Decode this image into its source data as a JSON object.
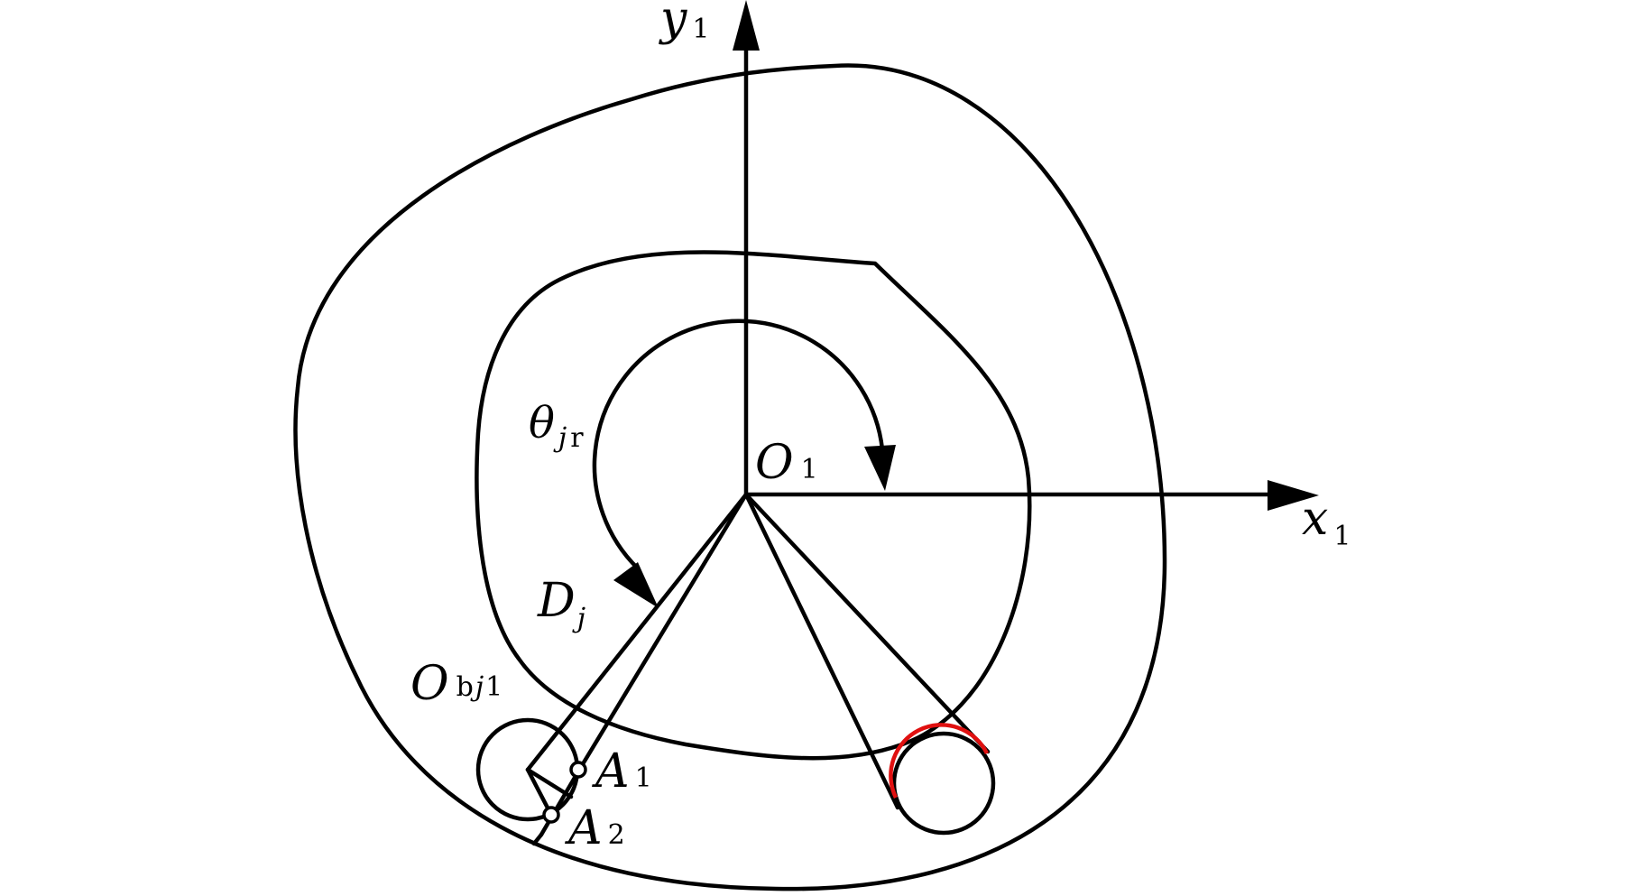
{
  "labels": {
    "y_axis": {
      "main": "y",
      "sub": "1"
    },
    "x_axis": {
      "main": "x",
      "sub": "1"
    },
    "origin": {
      "main": "O",
      "sub": "1"
    },
    "theta": {
      "main": "θ",
      "sub_italic": "j",
      "sub_plain": "r"
    },
    "d_j": {
      "main": "D",
      "sub": "j"
    },
    "o_bj1": {
      "main": "O",
      "sub_plain": "b",
      "sub_italic": "j",
      "sub_tail": "1"
    },
    "a1": {
      "main": "A",
      "sub": "1"
    },
    "a2": {
      "main": "A",
      "sub": "2"
    }
  },
  "colors": {
    "stroke": "#000000",
    "highlight": "#e01010",
    "background": "#ffffff"
  }
}
